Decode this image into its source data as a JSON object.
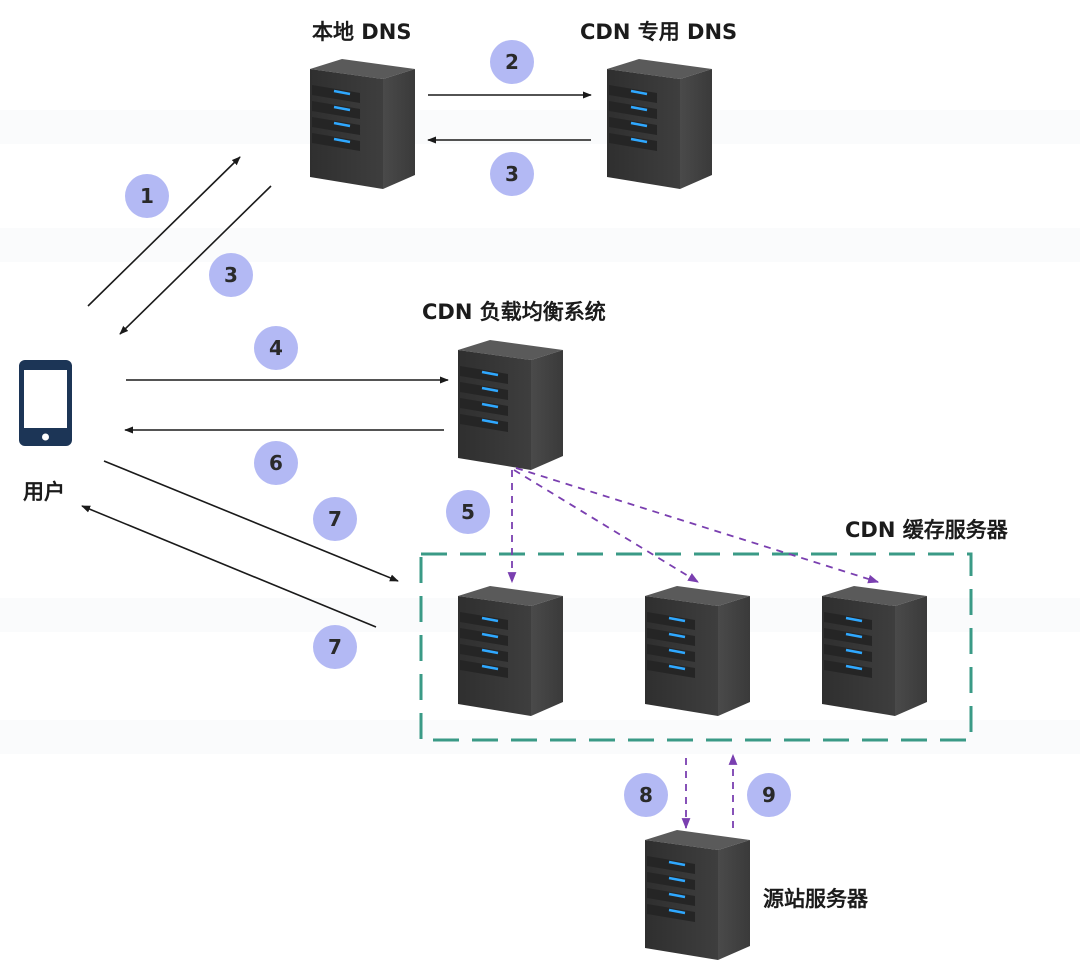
{
  "labels": {
    "local_dns": "本地 DNS",
    "cdn_dns": "CDN 专用 DNS",
    "load_balancer": "CDN 负载均衡系统",
    "user": "用户",
    "cache_servers": "CDN 缓存服务器",
    "origin": "源站服务器"
  },
  "steps": {
    "s1": "1",
    "s2": "2",
    "s3a": "3",
    "s3b": "3",
    "s4": "4",
    "s5": "5",
    "s6": "6",
    "s7a": "7",
    "s7b": "7",
    "s8": "8",
    "s9": "9"
  },
  "colors": {
    "arrow": "#1a1a1a",
    "dashed_arrow": "#7a3fb0",
    "badge": "#b3b9f4",
    "cache_box": "#3a9a86",
    "phone": "#1c3556",
    "server_led": "#2fa8ff"
  },
  "icons": {
    "user_device": "smartphone-icon",
    "server": "server-icon"
  }
}
